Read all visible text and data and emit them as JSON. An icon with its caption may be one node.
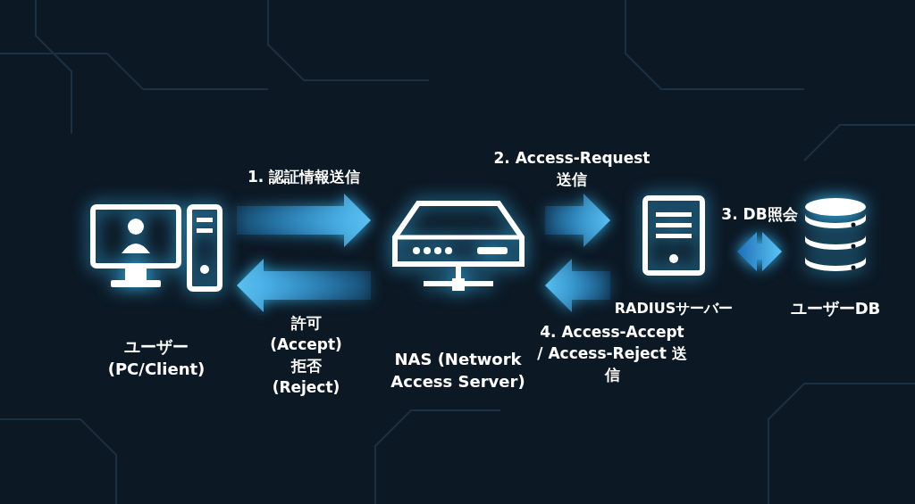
{
  "diagram": {
    "nodes": [
      {
        "text": [
          "ユーザー (PC/Client)"
        ]
      },
      {
        "text": [
          "NAS (Network Access Server)"
        ]
      },
      {
        "text": [
          "RADIUSサーバー"
        ]
      },
      {
        "text": [
          "ユーザーDB"
        ]
      }
    ],
    "edges": [
      {
        "from": 0,
        "to": 1,
        "arrow": "to",
        "label": "1. 認証情報送信"
      },
      {
        "from": 1,
        "to": 2,
        "arrow": "to",
        "label": "2. Access-Request 送信"
      },
      {
        "from": 2,
        "to": 3,
        "arrow": "both",
        "label": "3. DB照会"
      },
      {
        "from": 2,
        "to": 1,
        "arrow": "to",
        "label": "4. Access-Accept / Access-Reject 送信"
      },
      {
        "from": 1,
        "to": 0,
        "arrow": "to",
        "label": "許可 (Accept) 拒否 (Reject)"
      }
    ]
  }
}
